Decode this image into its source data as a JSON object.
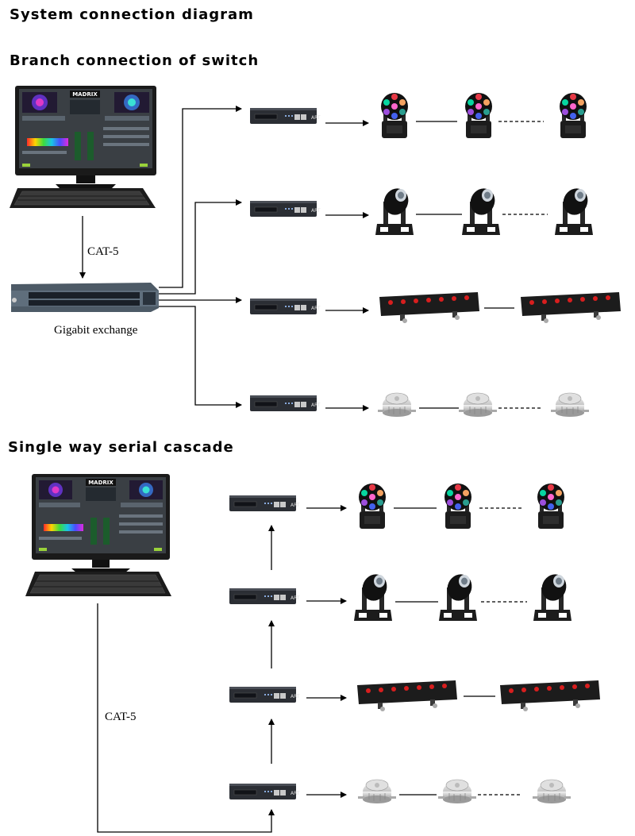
{
  "title": "System connection diagram",
  "section_switch": {
    "heading": "Branch connection of switch",
    "cable_label": "CAT-5",
    "switch_label": "Gigabit exchange"
  },
  "section_cascade": {
    "heading": "Single way serial cascade",
    "cable_label": "CAT-5"
  },
  "screen": {
    "brand": "MADRIX"
  },
  "colors": {
    "monitor": "#1a1a1a",
    "screen_bg": "#3a3f44",
    "controller": "#2b2e34",
    "fixture_dark": "#1c1c1c",
    "bar_red": "#d81e1e",
    "led_ring": [
      "#e63946",
      "#f4a261",
      "#2a9d8f",
      "#4361ee",
      "#9d4edd",
      "#06d6a0"
    ],
    "pod_silver": "#c9c9c9"
  },
  "icons": [
    "monitor-icon",
    "keyboard-icon",
    "network-switch-icon",
    "dmx-controller-icon",
    "led-moving-head-icon",
    "spot-moving-head-icon",
    "led-bar-icon",
    "led-pod-icon"
  ]
}
